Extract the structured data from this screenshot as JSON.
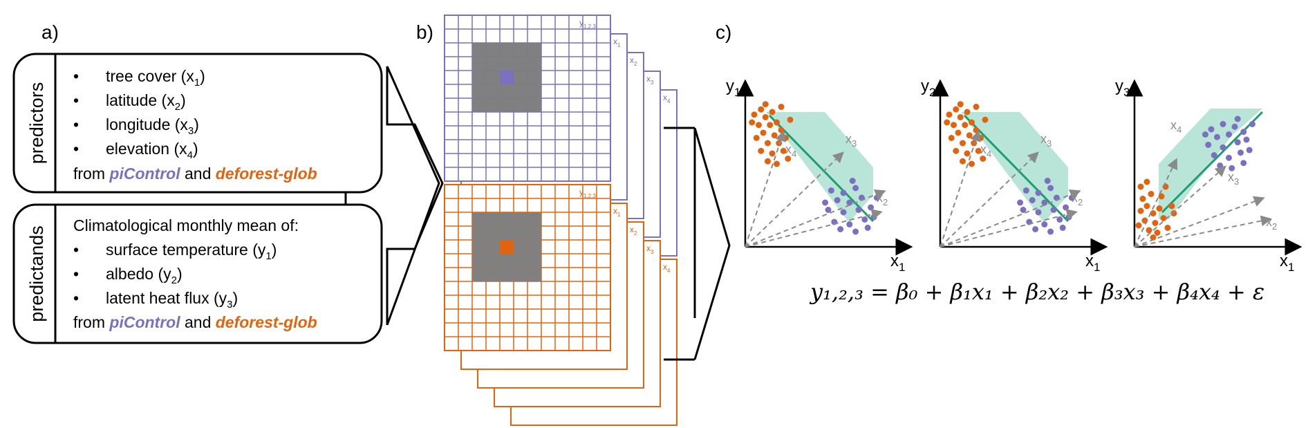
{
  "panels": {
    "a": {
      "label": "a)",
      "predictors": {
        "title": "predictors",
        "items": [
          {
            "text": "tree cover (x",
            "sub": "1",
            "close": ")"
          },
          {
            "text": "latitude (x",
            "sub": "2",
            "close": ")"
          },
          {
            "text": "longitude (x",
            "sub": "3",
            "close": ")"
          },
          {
            "text": "elevation (x",
            "sub": "4",
            "close": ")"
          }
        ],
        "source": {
          "prefix": "from ",
          "exp1": "piControl",
          "mid": " and ",
          "exp2": "deforest-glob"
        }
      },
      "predictands": {
        "title": "predictands",
        "header": "Climatological monthly mean of:",
        "items": [
          {
            "text": "surface temperature (y",
            "sub": "1",
            "close": ")"
          },
          {
            "text": "albedo (y",
            "sub": "2",
            "close": ")"
          },
          {
            "text": "latent heat flux (y",
            "sub": "3",
            "close": ")"
          }
        ],
        "source": {
          "prefix": "from ",
          "exp1": "piControl",
          "mid": " and ",
          "exp2": "deforest-glob"
        }
      },
      "bullet": "•"
    },
    "b": {
      "label": "b)",
      "layer_labels": [
        {
          "base": "y",
          "sub": "1,2,3"
        },
        {
          "base": "x",
          "sub": "1"
        },
        {
          "base": "x",
          "sub": "2"
        },
        {
          "base": "x",
          "sub": "3"
        },
        {
          "base": "x",
          "sub": "4"
        }
      ]
    },
    "c": {
      "label": "c)",
      "plots": [
        {
          "ylabel": "y",
          "ysub": "1",
          "xlabel": "x",
          "xsub": "1"
        },
        {
          "ylabel": "y",
          "ysub": "2",
          "xlabel": "x",
          "xsub": "1"
        },
        {
          "ylabel": "y",
          "ysub": "3",
          "xlabel": "x",
          "xsub": "1"
        }
      ],
      "arrow_labels": [
        {
          "base": "x",
          "sub": "4"
        },
        {
          "base": "x",
          "sub": "3"
        },
        {
          "base": "x",
          "sub": "2"
        }
      ],
      "equation": "y₁,₂,₃ = β₀ + β₁x₁ + β₂x₂ + β₃x₃ + β₄x₄ + ε"
    }
  },
  "colors": {
    "piControl": "#7b6fbf",
    "deforest": "#e0640f",
    "grid_fill": "#808080",
    "shade": "#7fcdb8",
    "fit_line": "#1a9e6e",
    "arrow": "#8a8a8a"
  }
}
